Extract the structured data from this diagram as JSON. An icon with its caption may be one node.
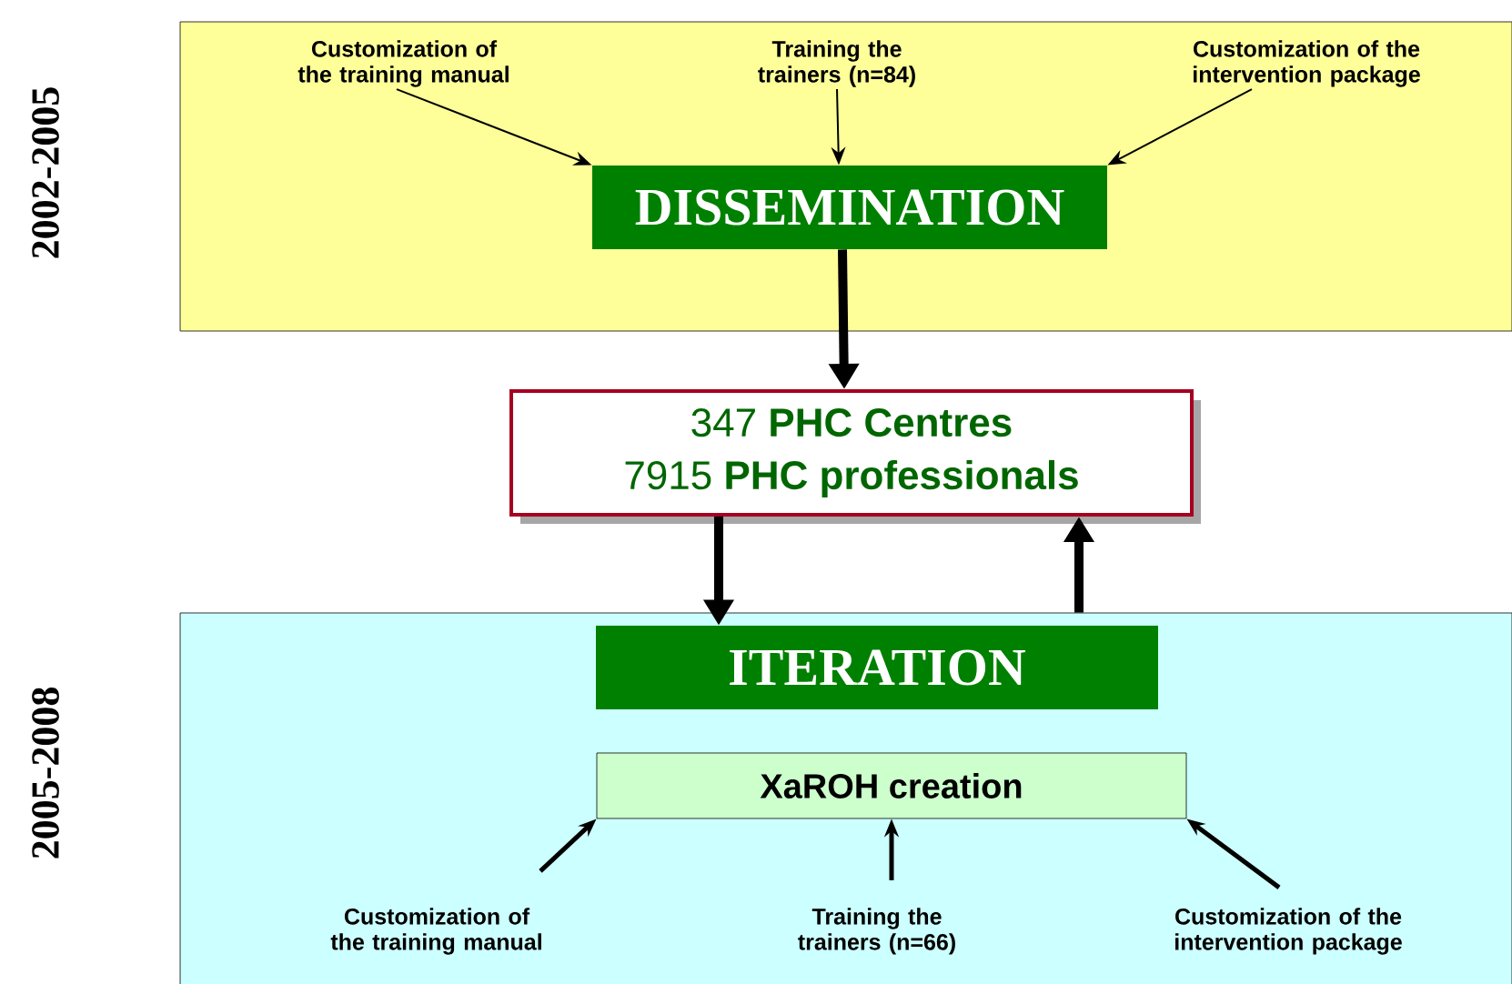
{
  "diagram": {
    "nodes": [
      {
        "text": [
          "2002-2005"
        ]
      },
      {
        "text": [
          "Customization of the training manual"
        ],
        "in": 0
      },
      {
        "text": [
          "Training the trainers (n=84)"
        ],
        "in": 0
      },
      {
        "text": [
          "Customization of the intervention package"
        ],
        "in": 0
      },
      {
        "text": [
          "DISSEMINATION"
        ],
        "in": 0
      },
      {
        "text": [
          "347 **PHC Centres**",
          "7915 **PHC professionals**"
        ]
      },
      {
        "text": [
          "2005-2008"
        ]
      },
      {
        "text": [
          "ITERATION"
        ],
        "in": 6
      },
      {
        "text": [
          "XaROH creation"
        ],
        "in": 6
      },
      {
        "text": [
          "Customization of the training manual"
        ],
        "in": 6
      },
      {
        "text": [
          "Training the trainers (n=66)"
        ],
        "in": 6
      },
      {
        "text": [
          "Customization of the intervention package"
        ],
        "in": 6
      }
    ],
    "edges": [
      {
        "from": 1,
        "to": 4,
        "arrow": "to"
      },
      {
        "from": 2,
        "to": 4,
        "arrow": "to"
      },
      {
        "from": 3,
        "to": 4,
        "arrow": "to"
      },
      {
        "from": 4,
        "to": 5,
        "arrow": "to",
        "style": "thick"
      },
      {
        "from": 5,
        "to": 7,
        "arrow": "to",
        "style": "thick"
      },
      {
        "from": 6,
        "to": 5,
        "arrow": "to",
        "style": "thick"
      },
      {
        "from": 9,
        "to": 8,
        "arrow": "to"
      },
      {
        "from": 10,
        "to": 8,
        "arrow": "to"
      },
      {
        "from": 11,
        "to": 8,
        "arrow": "to"
      }
    ]
  }
}
